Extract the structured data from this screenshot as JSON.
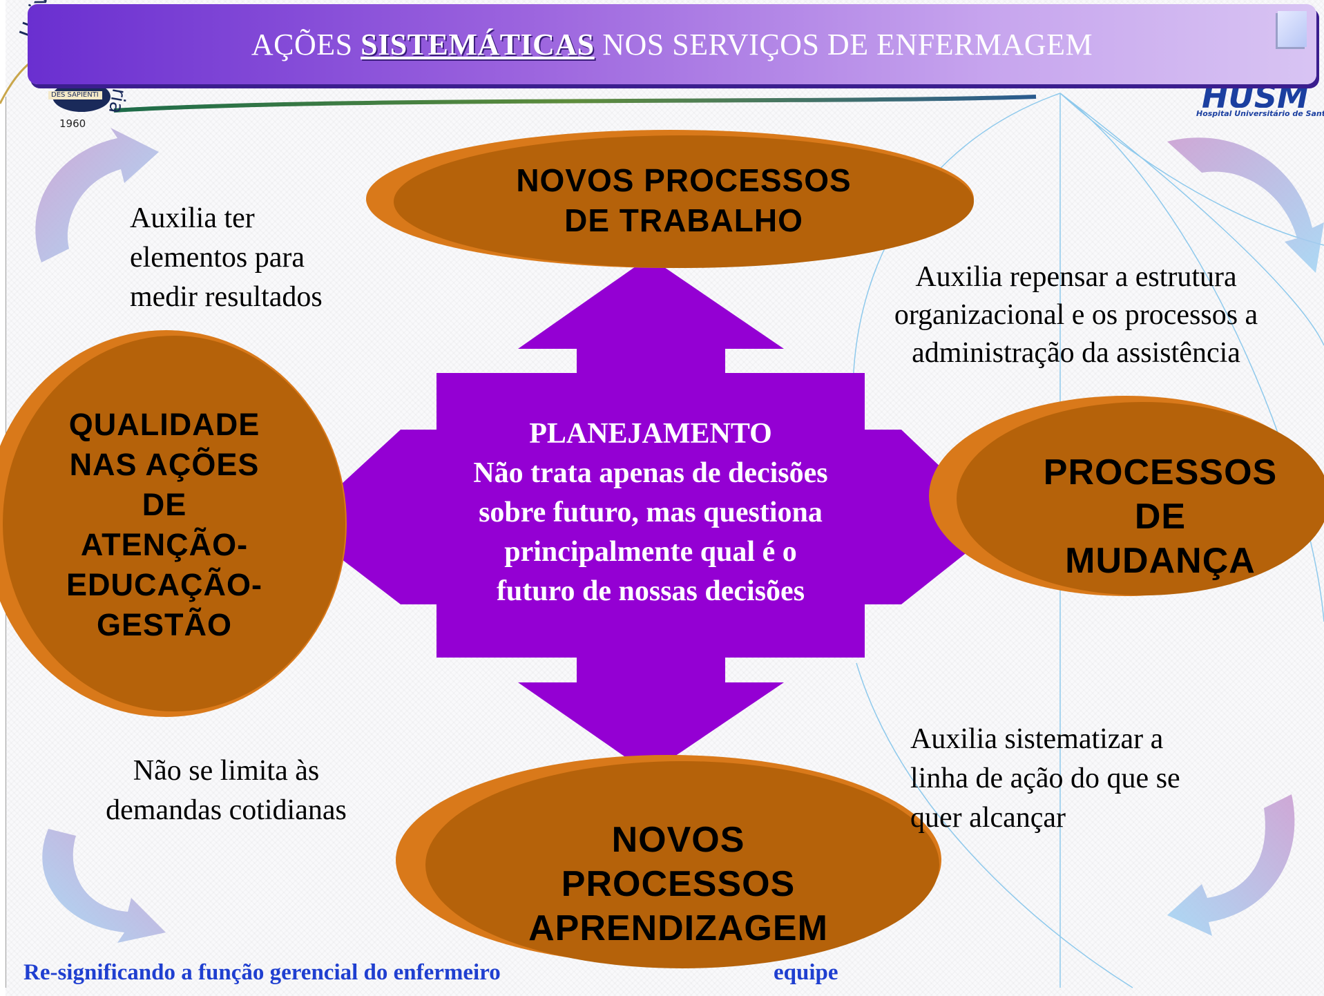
{
  "header": {
    "title_before": "AÇÕES ",
    "title_emphasis": "SISTEMÁTICAS",
    "title_after": " NOS SERVIÇOS DE ENFERMAGEM"
  },
  "logos": {
    "university_arc": "Universidad",
    "university_arc_right": "ria",
    "university_motto": "DES SAPIENTI",
    "university_year": "1960",
    "hospital_name": "HUSM",
    "hospital_subtitle": "Hospital Universitário de Santa Maria"
  },
  "center": {
    "heading": "PLANEJAMENTO",
    "lines": [
      "Não trata apenas de decisões",
      "sobre futuro, mas questiona",
      "principalmente qual é o",
      "futuro de nossas decisões"
    ]
  },
  "ovals": {
    "top": [
      "NOVOS PROCESSOS",
      "DE TRABALHO"
    ],
    "left": [
      "QUALIDADE",
      "NAS AÇÕES",
      "DE",
      "ATENÇÃO-",
      "EDUCAÇÃO-",
      "GESTÃO"
    ],
    "right": [
      "PROCESSOS",
      "DE",
      "MUDANÇA"
    ],
    "bottom": [
      "NOVOS",
      "PROCESSOS",
      "APRENDIZAGEM"
    ]
  },
  "notes": {
    "top_left": [
      "Auxilia ter",
      "elementos para",
      "medir resultados"
    ],
    "top_right": [
      "Auxilia repensar a estrutura",
      "organizacional e os processos a",
      "administração da assistência"
    ],
    "bottom_left": [
      "Não se limita às",
      "demandas cotidianas"
    ],
    "bottom_right": [
      "Auxilia sistematizar a",
      "linha de ação do que se",
      "quer alcançar"
    ]
  },
  "footer": {
    "visible_start": "Re-significando a função gerencial do enfermeiro",
    "visible_end": "equipe"
  },
  "colors": {
    "title_bar_start": "#6a2fd0",
    "title_bar_end": "#d8c4f3",
    "arrow_purple": "#9400d3",
    "oval_brown": "#b5620a",
    "oval_edge": "#d9791a",
    "footer_blue": "#1f3fd0"
  }
}
